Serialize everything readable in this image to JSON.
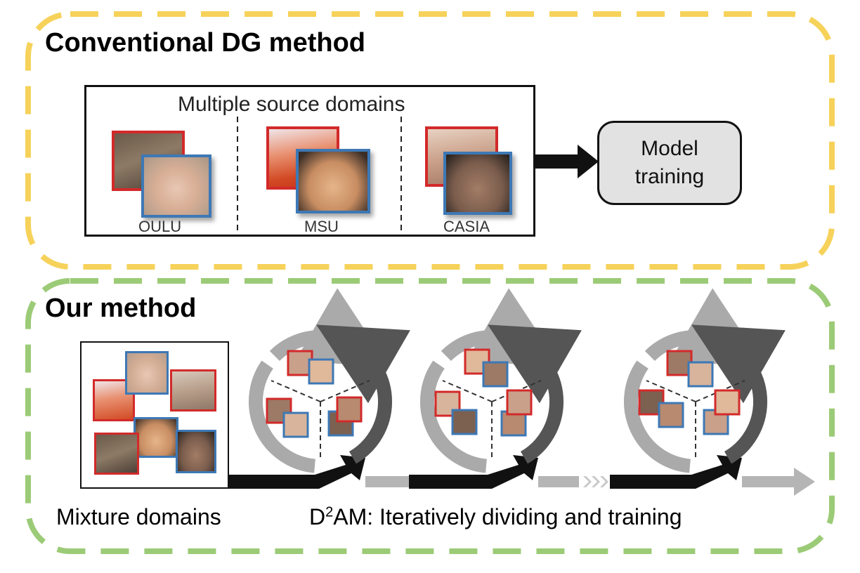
{
  "conventional": {
    "title": "Conventional DG method",
    "box_title": "Multiple source domains",
    "domains": [
      "OULU",
      "MSU",
      "CASIA"
    ],
    "model_label": "Model training"
  },
  "ours": {
    "title": "Our method",
    "mixture_label": "Mixture domains",
    "caption_main": "D",
    "caption_sup": "2",
    "caption_rest": "AM: Iteratively dividing and training"
  },
  "colors": {
    "yellow_dash": "#f6d25a",
    "green_dash": "#9ccb77",
    "red_frame": "#d22a2a",
    "blue_frame": "#3d78b5",
    "arrow_dark": "#111111",
    "arrow_light": "#b5b5b5",
    "cycle_light": "#aaaaaa",
    "cycle_dark": "#555555"
  }
}
